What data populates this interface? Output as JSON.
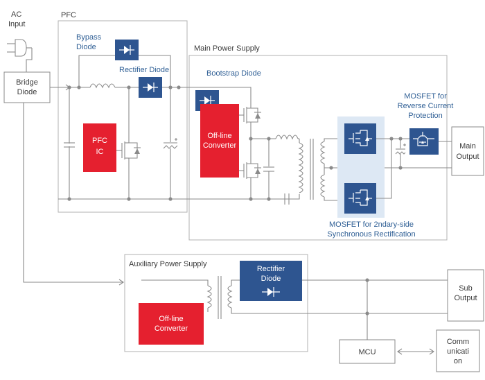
{
  "labels": {
    "ac_input": [
      "AC",
      "Input"
    ],
    "pfc": "PFC",
    "bypass_diode": [
      "Bypass",
      "Diode"
    ],
    "rectifier_diode_pfc": "Rectifier Diode",
    "main_power_supply": "Main Power Supply",
    "bootstrap_diode": "Bootstrap Diode",
    "mosfet_reverse": [
      "MOSFET for",
      "Reverse Current",
      "Protection"
    ],
    "mosfet_sync": [
      "MOSFET for 2ndary-side",
      "Synchronous Rectification"
    ],
    "auxiliary_power_supply": "Auxiliary Power Supply"
  },
  "boxes": {
    "bridge_diode": [
      "Bridge",
      "Diode"
    ],
    "pfc_ic": [
      "PFC",
      "IC"
    ],
    "offline_converter_main": [
      "Off-line",
      "Converter"
    ],
    "offline_converter_aux": [
      "Off-line",
      "Converter"
    ],
    "rectifier_diode_aux": [
      "Rectifier",
      "Diode"
    ],
    "main_output": [
      "Main",
      "Output"
    ],
    "sub_output": [
      "Sub",
      "Output"
    ],
    "mcu": "MCU",
    "communication": [
      "Comm",
      "unicati",
      "on"
    ]
  },
  "colors": {
    "renesas_blue": "#2e5590",
    "accent_red": "#e5202f",
    "highlight": "#dde8f4",
    "wire": "#8a8a8a"
  }
}
